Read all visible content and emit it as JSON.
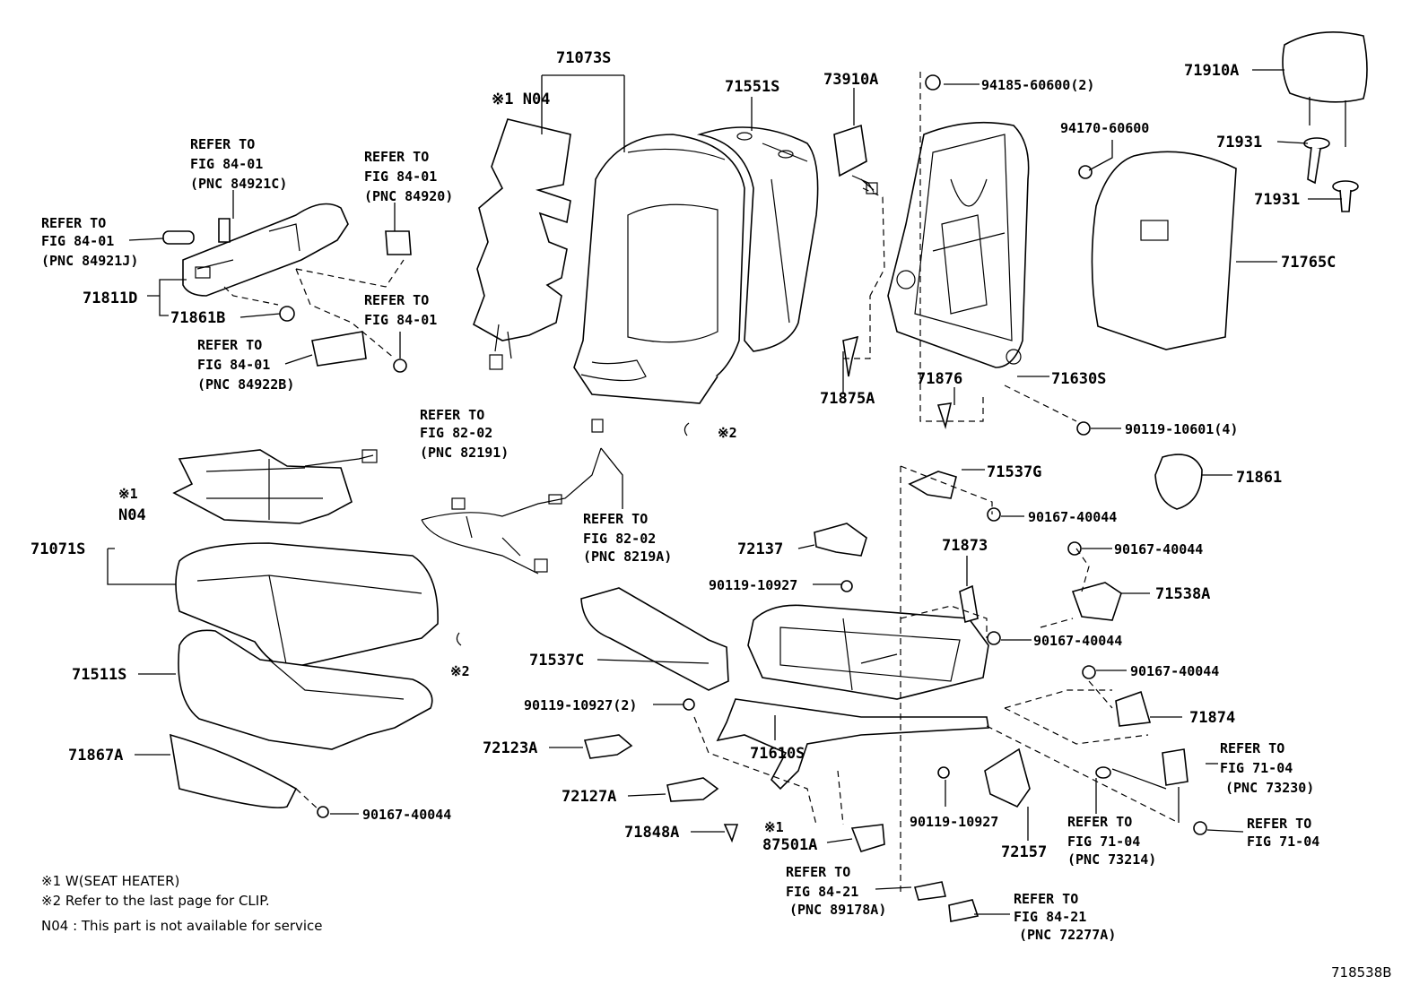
{
  "parts": {
    "p71073s": "71073S",
    "n04_top_mark": "※1 N04",
    "p71551s": "71551S",
    "p73910a": "73910A",
    "p94185": "94185-60600(2)",
    "p71910a": "71910A",
    "p94170": "94170-60600",
    "p71931a": "71931",
    "p71931b": "71931",
    "p71765c": "71765C",
    "p71811d": "71811D",
    "p71861b": "71861B",
    "p71875a": "71875A",
    "p71876": "71876",
    "p71630s": "71630S",
    "p90119_4": "90119-10601(4)",
    "p71537g": "71537G",
    "p71861": "71861",
    "p90167_a": "90167-40044",
    "p90167_b": "90167-40044",
    "p71873": "71873",
    "p71538a": "71538A",
    "p90167_c": "90167-40044",
    "p90167_d": "90167-40044",
    "p71874": "71874",
    "p72137": "72137",
    "p90119_10927a": "90119-10927",
    "p71537c": "71537C",
    "p90119_10927_2": "90119-10927(2)",
    "p72123a": "72123A",
    "p71610s": "71610S",
    "p72127a": "72127A",
    "p71848a": "71848A",
    "p87501a": "87501A",
    "p90119_10927b": "90119-10927",
    "p72157": "72157",
    "p71071s": "71071S",
    "seat_mark1": "※1",
    "seat_n04": "N04",
    "p71511s": "71511S",
    "p71867a": "71867A",
    "p90167_e": "90167-40044",
    "clip_mark_a": "※2",
    "clip_mark_b": "※2",
    "mark_87501": "※1"
  },
  "refs": [
    {
      "l1": "REFER TO",
      "l2": "FIG 84-01",
      "l3": "(PNC 84921C)"
    },
    {
      "l1": "REFER TO",
      "l2": "FIG 84-01",
      "l3": "(PNC 84920)"
    },
    {
      "l1": "REFER TO",
      "l2": "FIG 84-01",
      "l3": "(PNC 84921J)"
    },
    {
      "l1": "REFER TO",
      "l2": "FIG 84-01",
      "l3": ""
    },
    {
      "l1": "REFER TO",
      "l2": "FIG 84-01",
      "l3": "(PNC 84922B)"
    },
    {
      "l1": "REFER TO",
      "l2": "FIG 82-02",
      "l3": "(PNC 82191)"
    },
    {
      "l1": "REFER TO",
      "l2": "FIG 82-02",
      "l3": "(PNC 8219A)"
    },
    {
      "l1": "REFER TO",
      "l2": "FIG 71-04",
      "l3": "(PNC 73230)"
    },
    {
      "l1": "REFER TO",
      "l2": "FIG 71-04",
      "l3": "(PNC 73214)"
    },
    {
      "l1": "REFER TO",
      "l2": "FIG 71-04",
      "l3": ""
    },
    {
      "l1": "REFER TO",
      "l2": "FIG 84-21",
      "l3": "(PNC 89178A)"
    },
    {
      "l1": "REFER TO",
      "l2": "FIG 84-21",
      "l3": "(PNC 72277A)"
    }
  ],
  "notes": {
    "n1": "※1  W(SEAT HEATER)",
    "n2": "※2  Refer to the last page for CLIP.",
    "n3": "N04 : This part is not available for service"
  },
  "figure_id": "718538B"
}
